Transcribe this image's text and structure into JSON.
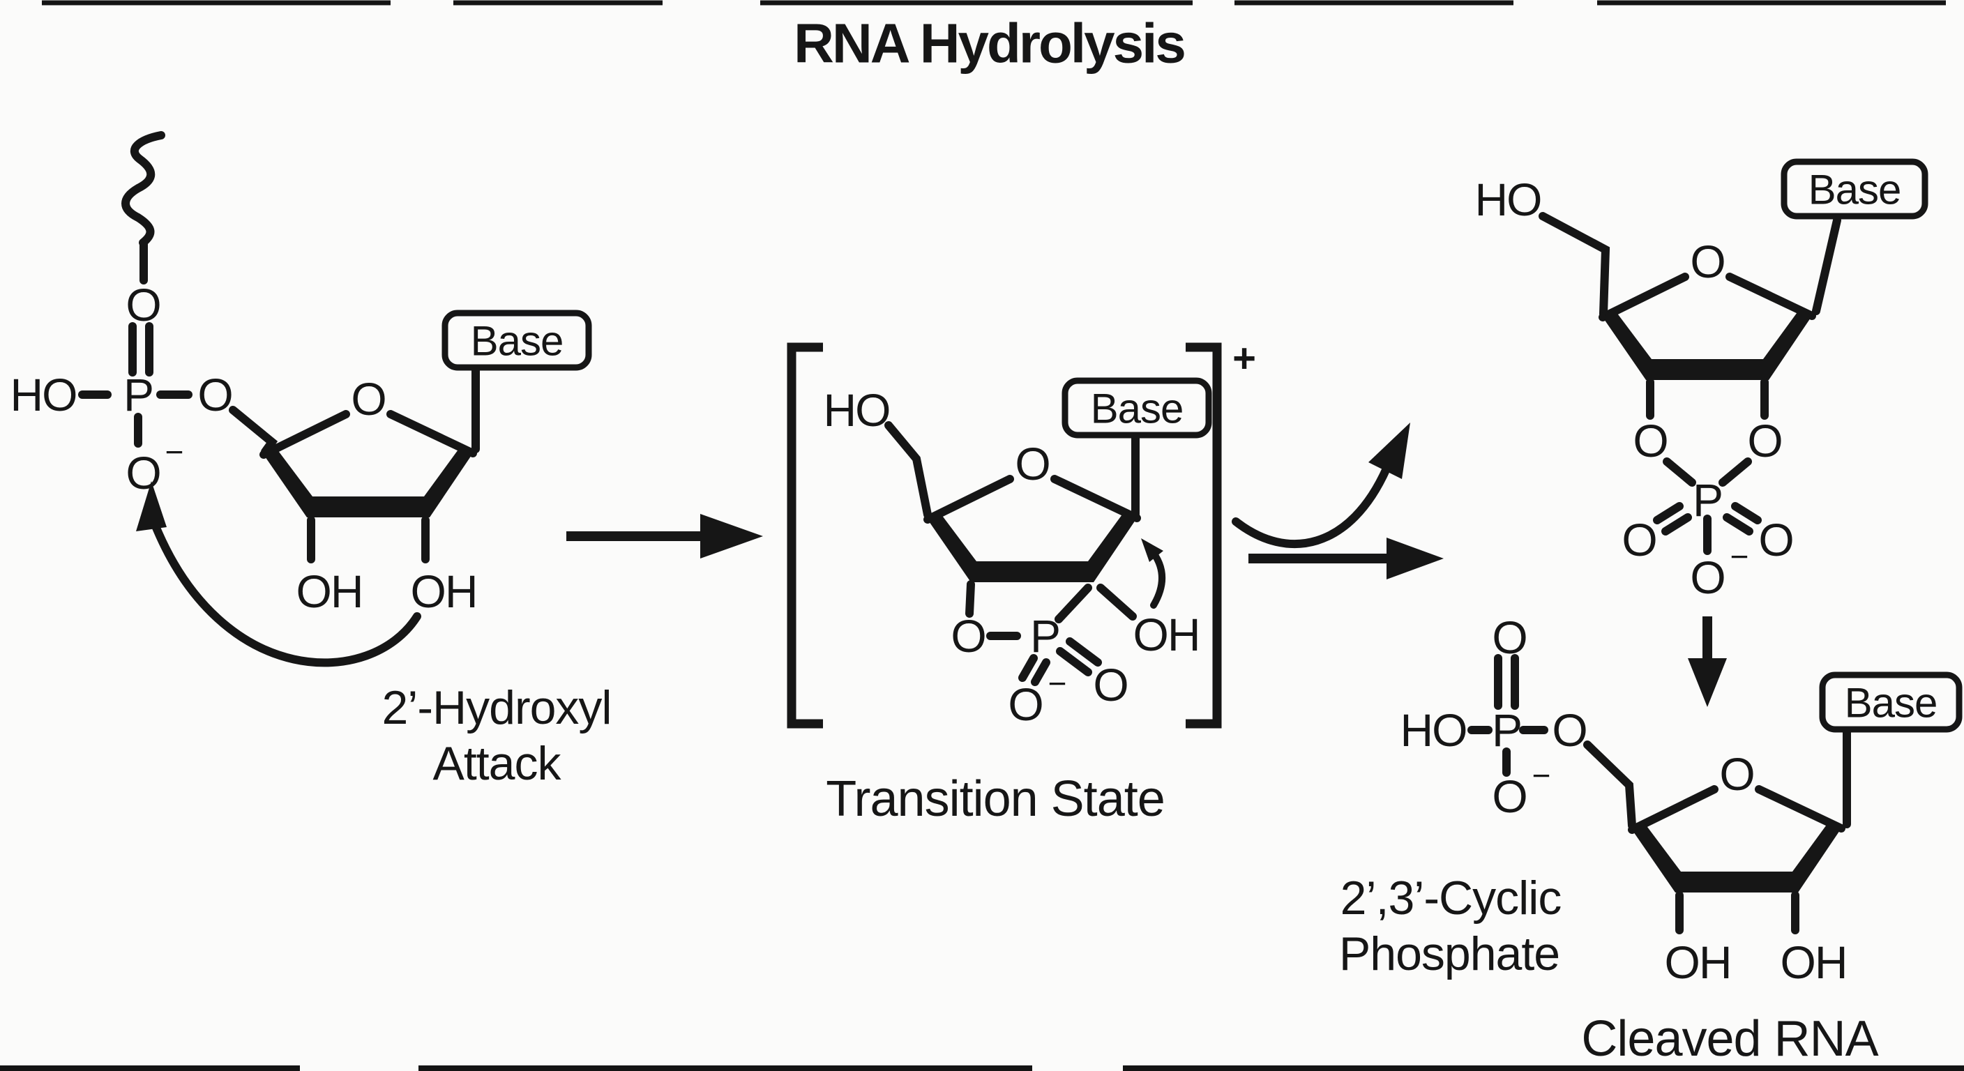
{
  "title": "RNA Hydrolysis",
  "glyphs": {
    "o": "O",
    "p": "P",
    "ho": "HO",
    "oh": "OH",
    "minus": "−",
    "plus": "+",
    "base": "Base"
  },
  "structures": {
    "substrate": {
      "base_label": "Base",
      "caption_line1": "2’-Hydroxyl",
      "caption_line2": "Attack"
    },
    "transition_state": {
      "base_label": "Base",
      "charge": "+",
      "caption": "Transition State"
    },
    "cyclic_phosphate": {
      "base_label": "Base",
      "caption_line1": "2’,3’-Cyclic",
      "caption_line2": "Phosphate"
    },
    "cleaved_rna": {
      "base_label": "Base",
      "caption": "Cleaved RNA"
    }
  },
  "colors": {
    "ink": "#161616",
    "paper": "#fbfbfa"
  }
}
